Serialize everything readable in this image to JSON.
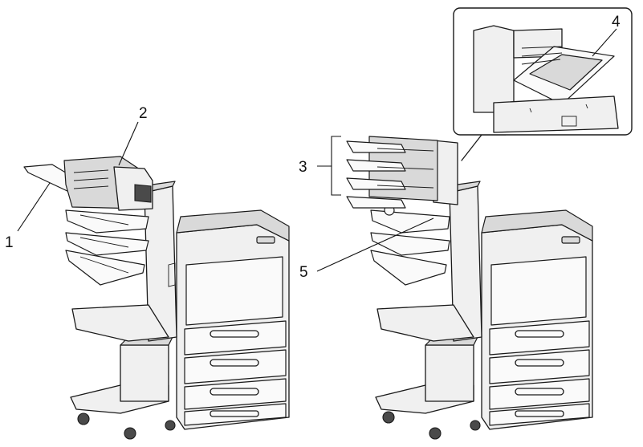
{
  "callouts": [
    {
      "id": "1",
      "label": "1"
    },
    {
      "id": "2",
      "label": "2"
    },
    {
      "id": "3",
      "label": "3"
    },
    {
      "id": "4",
      "label": "4"
    },
    {
      "id": "5",
      "label": "5"
    }
  ],
  "colors": {
    "line": "#1a1a1a",
    "panel_light": "#f0f0f0",
    "panel_mid": "#d9d9d9",
    "panel_dark": "#4a4a4a",
    "background": "#ffffff"
  }
}
